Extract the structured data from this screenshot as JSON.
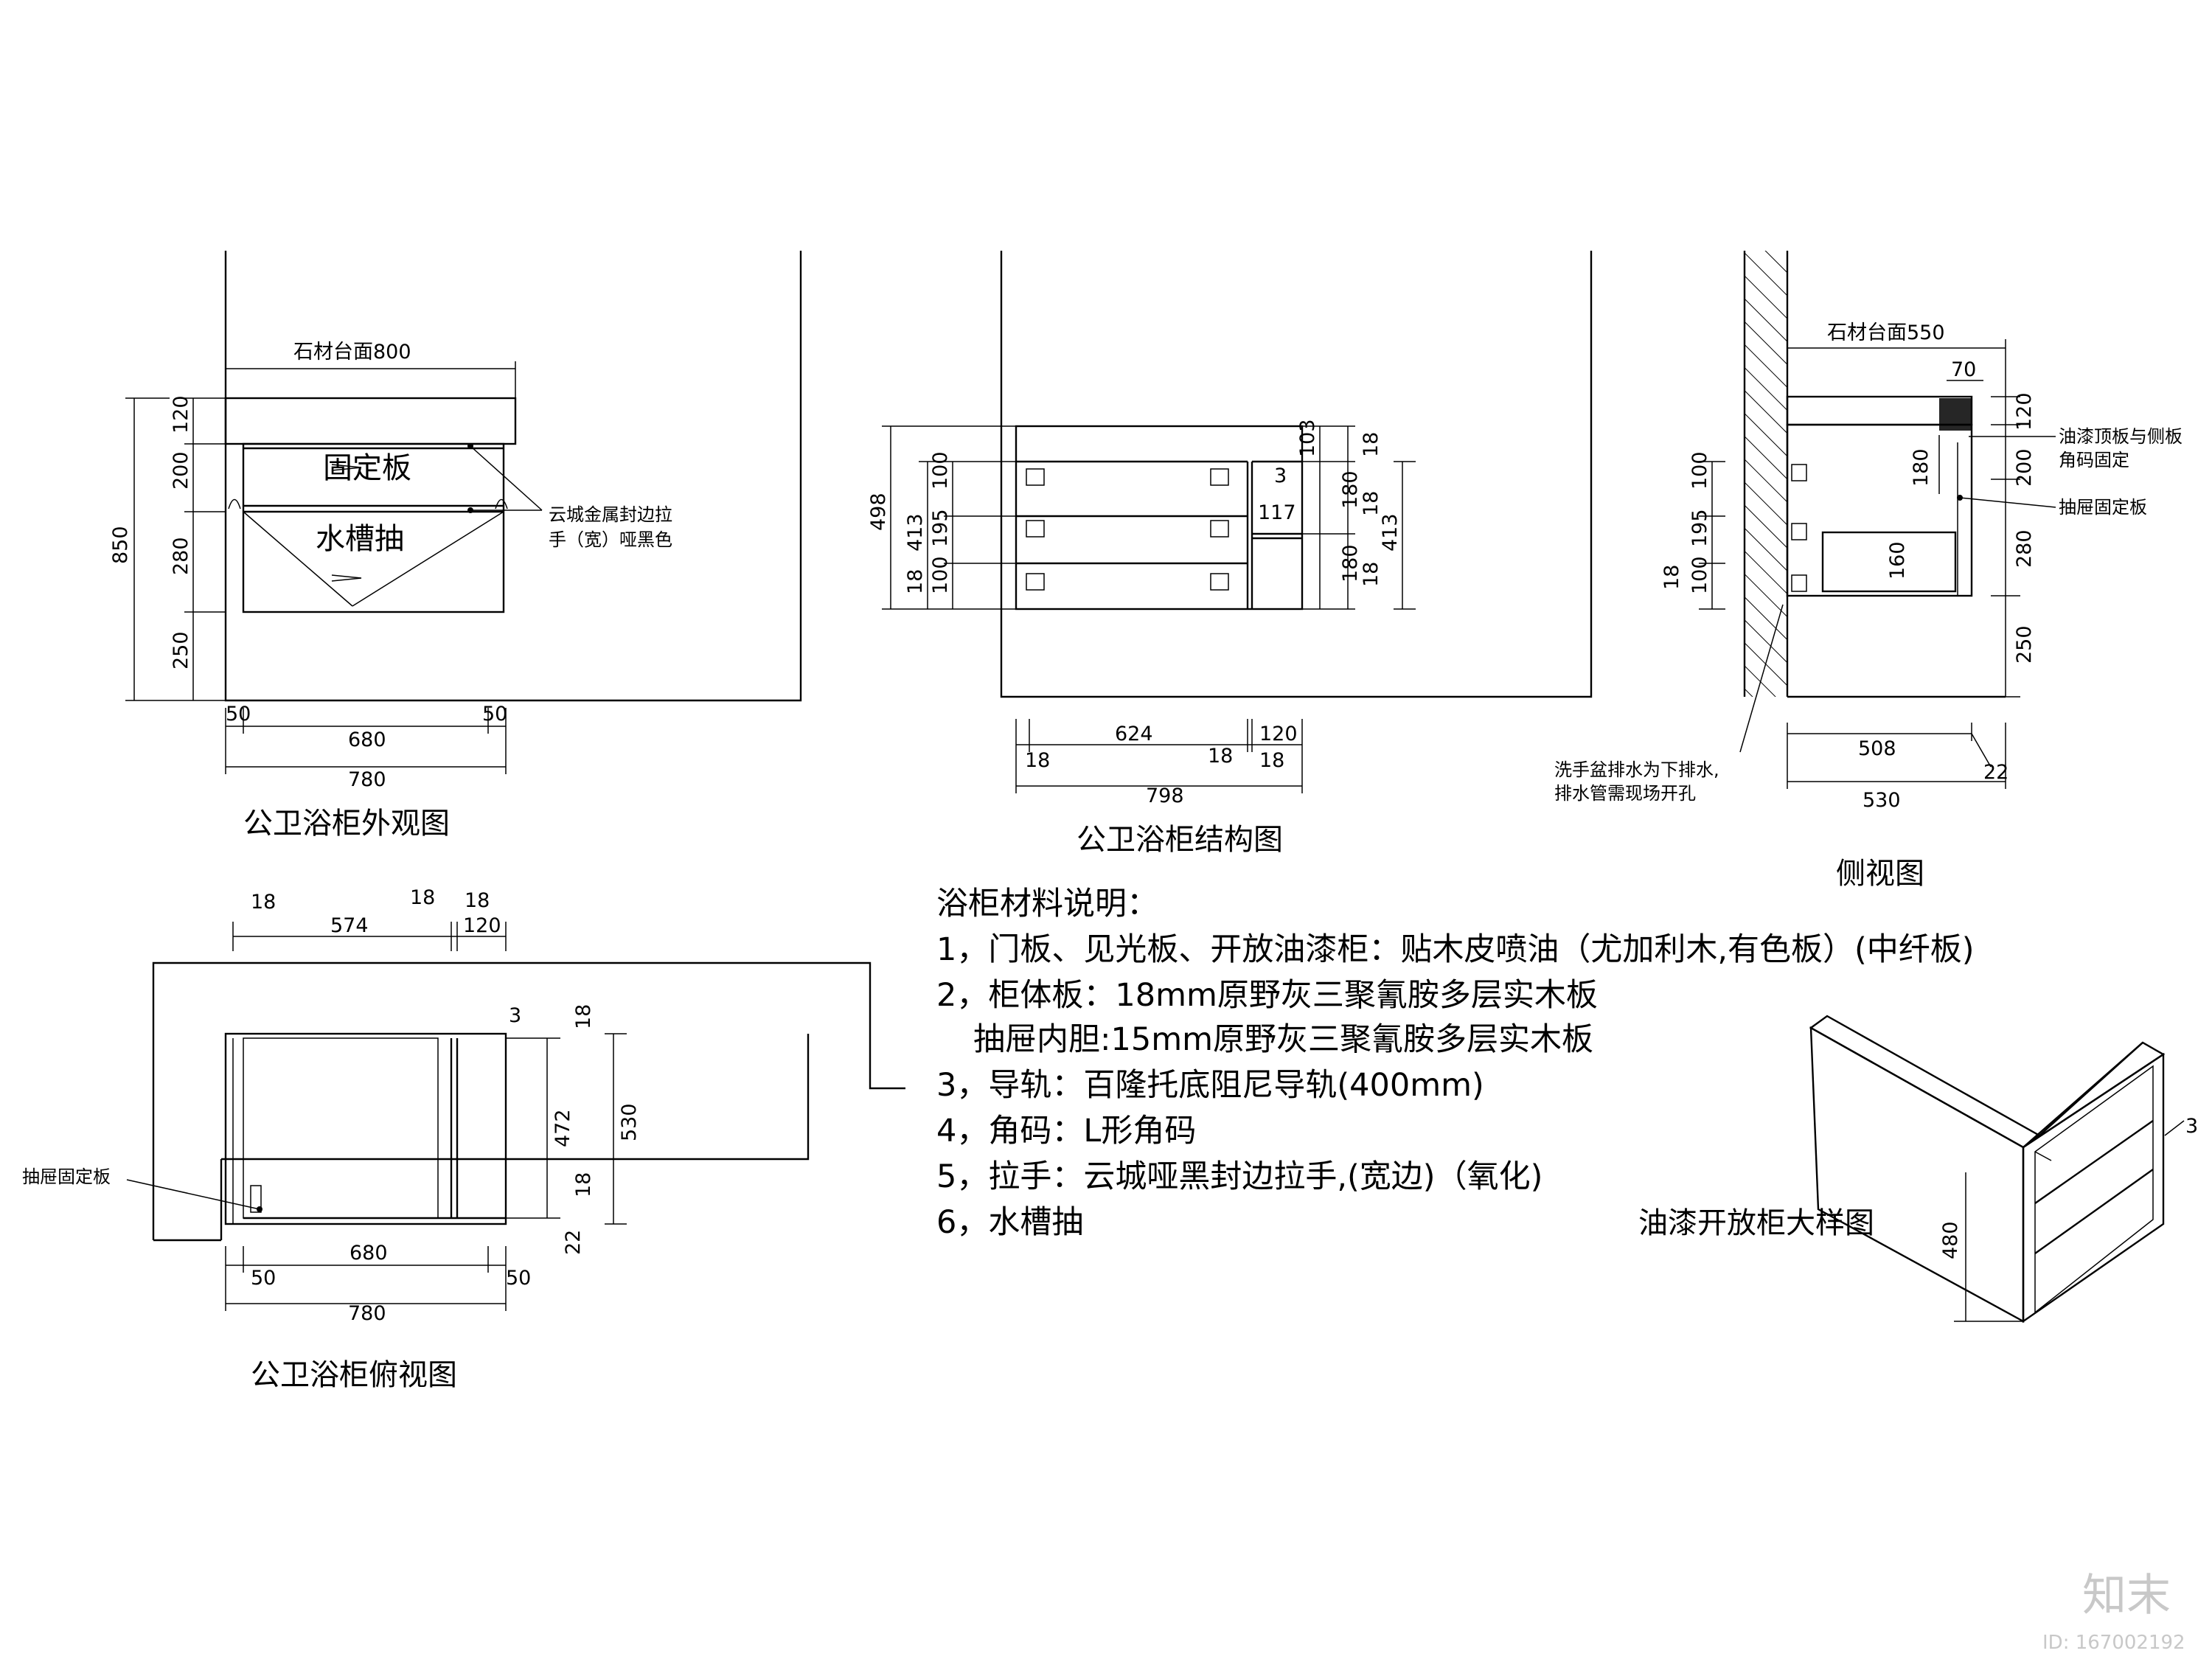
{
  "views": {
    "exterior": {
      "title": "公卫浴柜外观图",
      "countertop": "石材台面800",
      "fixed_panel": "固定板",
      "sink_drawer": "水槽抽",
      "handle_note_1": "云城金属封边拉",
      "handle_note_2": "手（宽）哑黑色",
      "dims": {
        "total_h": "850",
        "h1": "120",
        "h2": "200",
        "h3": "280",
        "h4": "250",
        "left": "50",
        "right": "50",
        "inner": "680",
        "total_w": "780"
      }
    },
    "structure": {
      "title": "公卫浴柜结构图",
      "dims": {
        "h_total": "498",
        "h_413": "413",
        "d18a": "18",
        "d100a": "100",
        "d195": "195",
        "d100b": "100",
        "d3": "3",
        "d117": "117",
        "d103": "103",
        "d18b": "18",
        "d180a": "180",
        "d18c": "18",
        "d180b": "180",
        "d18d": "18",
        "d413r": "413",
        "b18a": "18",
        "b624": "624",
        "b18b": "18",
        "b120": "120",
        "b18c": "18",
        "b798": "798"
      }
    },
    "side": {
      "title": "侧视图",
      "countertop": "石材台面550",
      "note_top_1": "油漆顶板与侧板",
      "note_top_2": "角码固定",
      "note_drawer": "抽屉固定板",
      "note_drain_1": "洗手盆排水为下排水,",
      "note_drain_2": "排水管需现场开孔",
      "dims": {
        "d70": "70",
        "d120": "120",
        "d200": "200",
        "d280": "280",
        "d250": "250",
        "d180": "180",
        "d160": "160",
        "l100a": "100",
        "l195": "195",
        "l18": "18",
        "l100b": "100",
        "b508": "508",
        "b22": "22",
        "b530": "530"
      }
    },
    "top": {
      "title": "公卫浴柜俯视图",
      "drawer_plate": "抽屉固定板",
      "dims": {
        "t18a": "18",
        "t574": "574",
        "t18b": "18",
        "t18c": "18",
        "t120": "120",
        "r3": "3",
        "r18a": "18",
        "r472": "472",
        "r530": "530",
        "r18b": "18",
        "r22": "22",
        "b50a": "50",
        "b680": "680",
        "b50b": "50",
        "b780": "780"
      }
    },
    "open_cabinet": {
      "title": "油漆开放柜大样图",
      "d3": "3",
      "d480": "480"
    }
  },
  "materials": {
    "heading": "浴柜材料说明：",
    "items": [
      "1，门板、见光板、开放油漆柜：贴木皮喷油（尤加利木,有色板）(中纤板)",
      "2，柜体板：18mm原野灰三聚氰胺多层实木板",
      "抽屉内胆:15mm原野灰三聚氰胺多层实木板",
      "3，导轨：百隆托底阻尼导轨(400mm)",
      "4，角码：L形角码",
      "5，拉手：云城哑黑封边拉手,(宽边)（氧化)",
      "6，水槽抽"
    ]
  },
  "watermark": {
    "logo": "知末",
    "id": "ID: 167002192"
  }
}
